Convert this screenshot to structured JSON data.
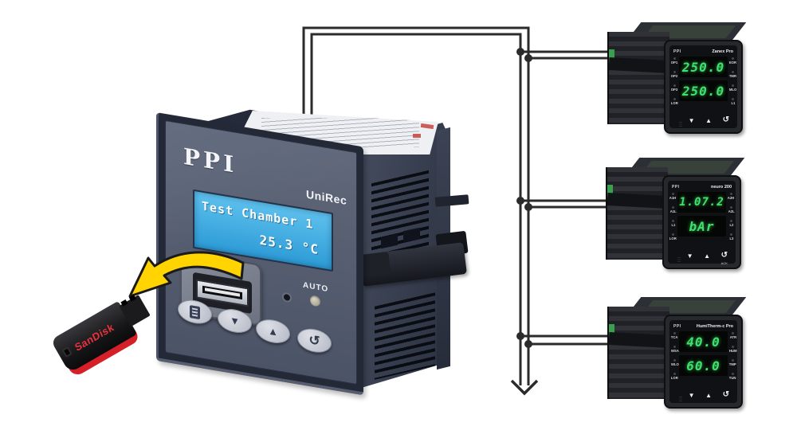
{
  "recorder": {
    "brand": "PPI",
    "model": "UniRec",
    "lcd": {
      "line1": "Test Chamber 1",
      "line2": "25.3 °C"
    },
    "auto_label": "AUTO"
  },
  "glyphs": {
    "down": "▼",
    "up": "▲",
    "enter": "↺"
  },
  "usb_drive": {
    "brand": "SanDisk"
  },
  "controllers": [
    {
      "brand": "PPI",
      "model": "Zanex Pro",
      "upper_value": "250.0",
      "lower_value": "250.0",
      "leds_left": [
        "OP1",
        "OP2",
        "OP3",
        "LOR"
      ],
      "leds_right": [
        "EOR",
        "TMR",
        "MLO",
        "L1"
      ],
      "ack_label": ""
    },
    {
      "brand": "PPI",
      "model": "neuro 200",
      "upper_value": "1.07.2",
      "lower_value": "bAr",
      "leds_left": [
        "A1H",
        "A1L",
        "L1",
        "LOR"
      ],
      "leds_right": [
        "A2H",
        "A2L",
        "L2",
        "L3"
      ],
      "ack_label": "ACK"
    },
    {
      "brand": "PPI",
      "model": "HumiTherm-c Pro",
      "upper_value": "40.0",
      "lower_value": "60.0",
      "leds_left": [
        "TCA",
        "WSA",
        "WLO",
        "LOR"
      ],
      "leds_right": [
        "ATR",
        "HUM",
        "TMP",
        "TUN"
      ],
      "ack_label": ""
    }
  ],
  "colors": {
    "lcd_blue": "#3da6de",
    "display_green": "#3fe06c",
    "wire": "#2b2b2b",
    "arrow_yellow": "#ffd400",
    "sandisk_red": "#d5202a"
  }
}
